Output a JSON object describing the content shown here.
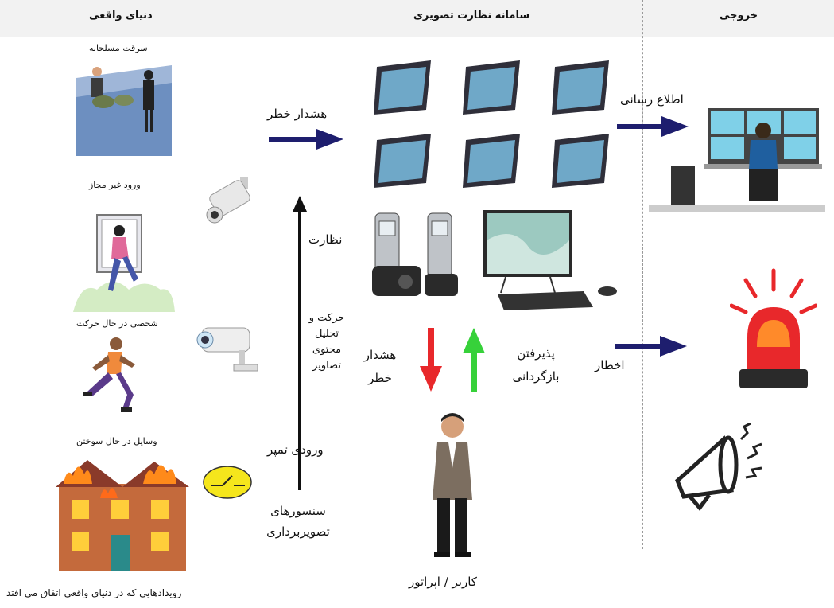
{
  "columns": {
    "real_world": "دنیای واقعی",
    "surveillance": "سامانه نظارت تصویری",
    "output": "خروجی"
  },
  "events": {
    "robbery": "سرقت مسلحانه",
    "intrusion": "ورود غیر مجاز",
    "moving_person": "شخصی در حال حرکت",
    "fire": "وسایل در حال سوختن",
    "caption": "رویدادهایی که در دنیای واقعی اتفاق می افتد"
  },
  "flow": {
    "alarm_top": "هشدار خطر",
    "monitoring": "نظارت",
    "analysis": "حرکت و تحلیل محتوی تصاویر",
    "tamper": "ورودی تمپر",
    "sensors": "سنسورهای تصویربرداری",
    "alarm_down": "هشدار خطر",
    "feedback": "پذیرفتن بازگردانی",
    "operator": "کاربر / اپراتور",
    "notify": "اطلاع رسانی",
    "warning": "اخطار"
  },
  "colors": {
    "arrow_navy": "#1e1e6e",
    "alarm_red": "#e8282b",
    "feedback_green": "#37d13a",
    "tamper_yellow": "#f5e61c"
  }
}
